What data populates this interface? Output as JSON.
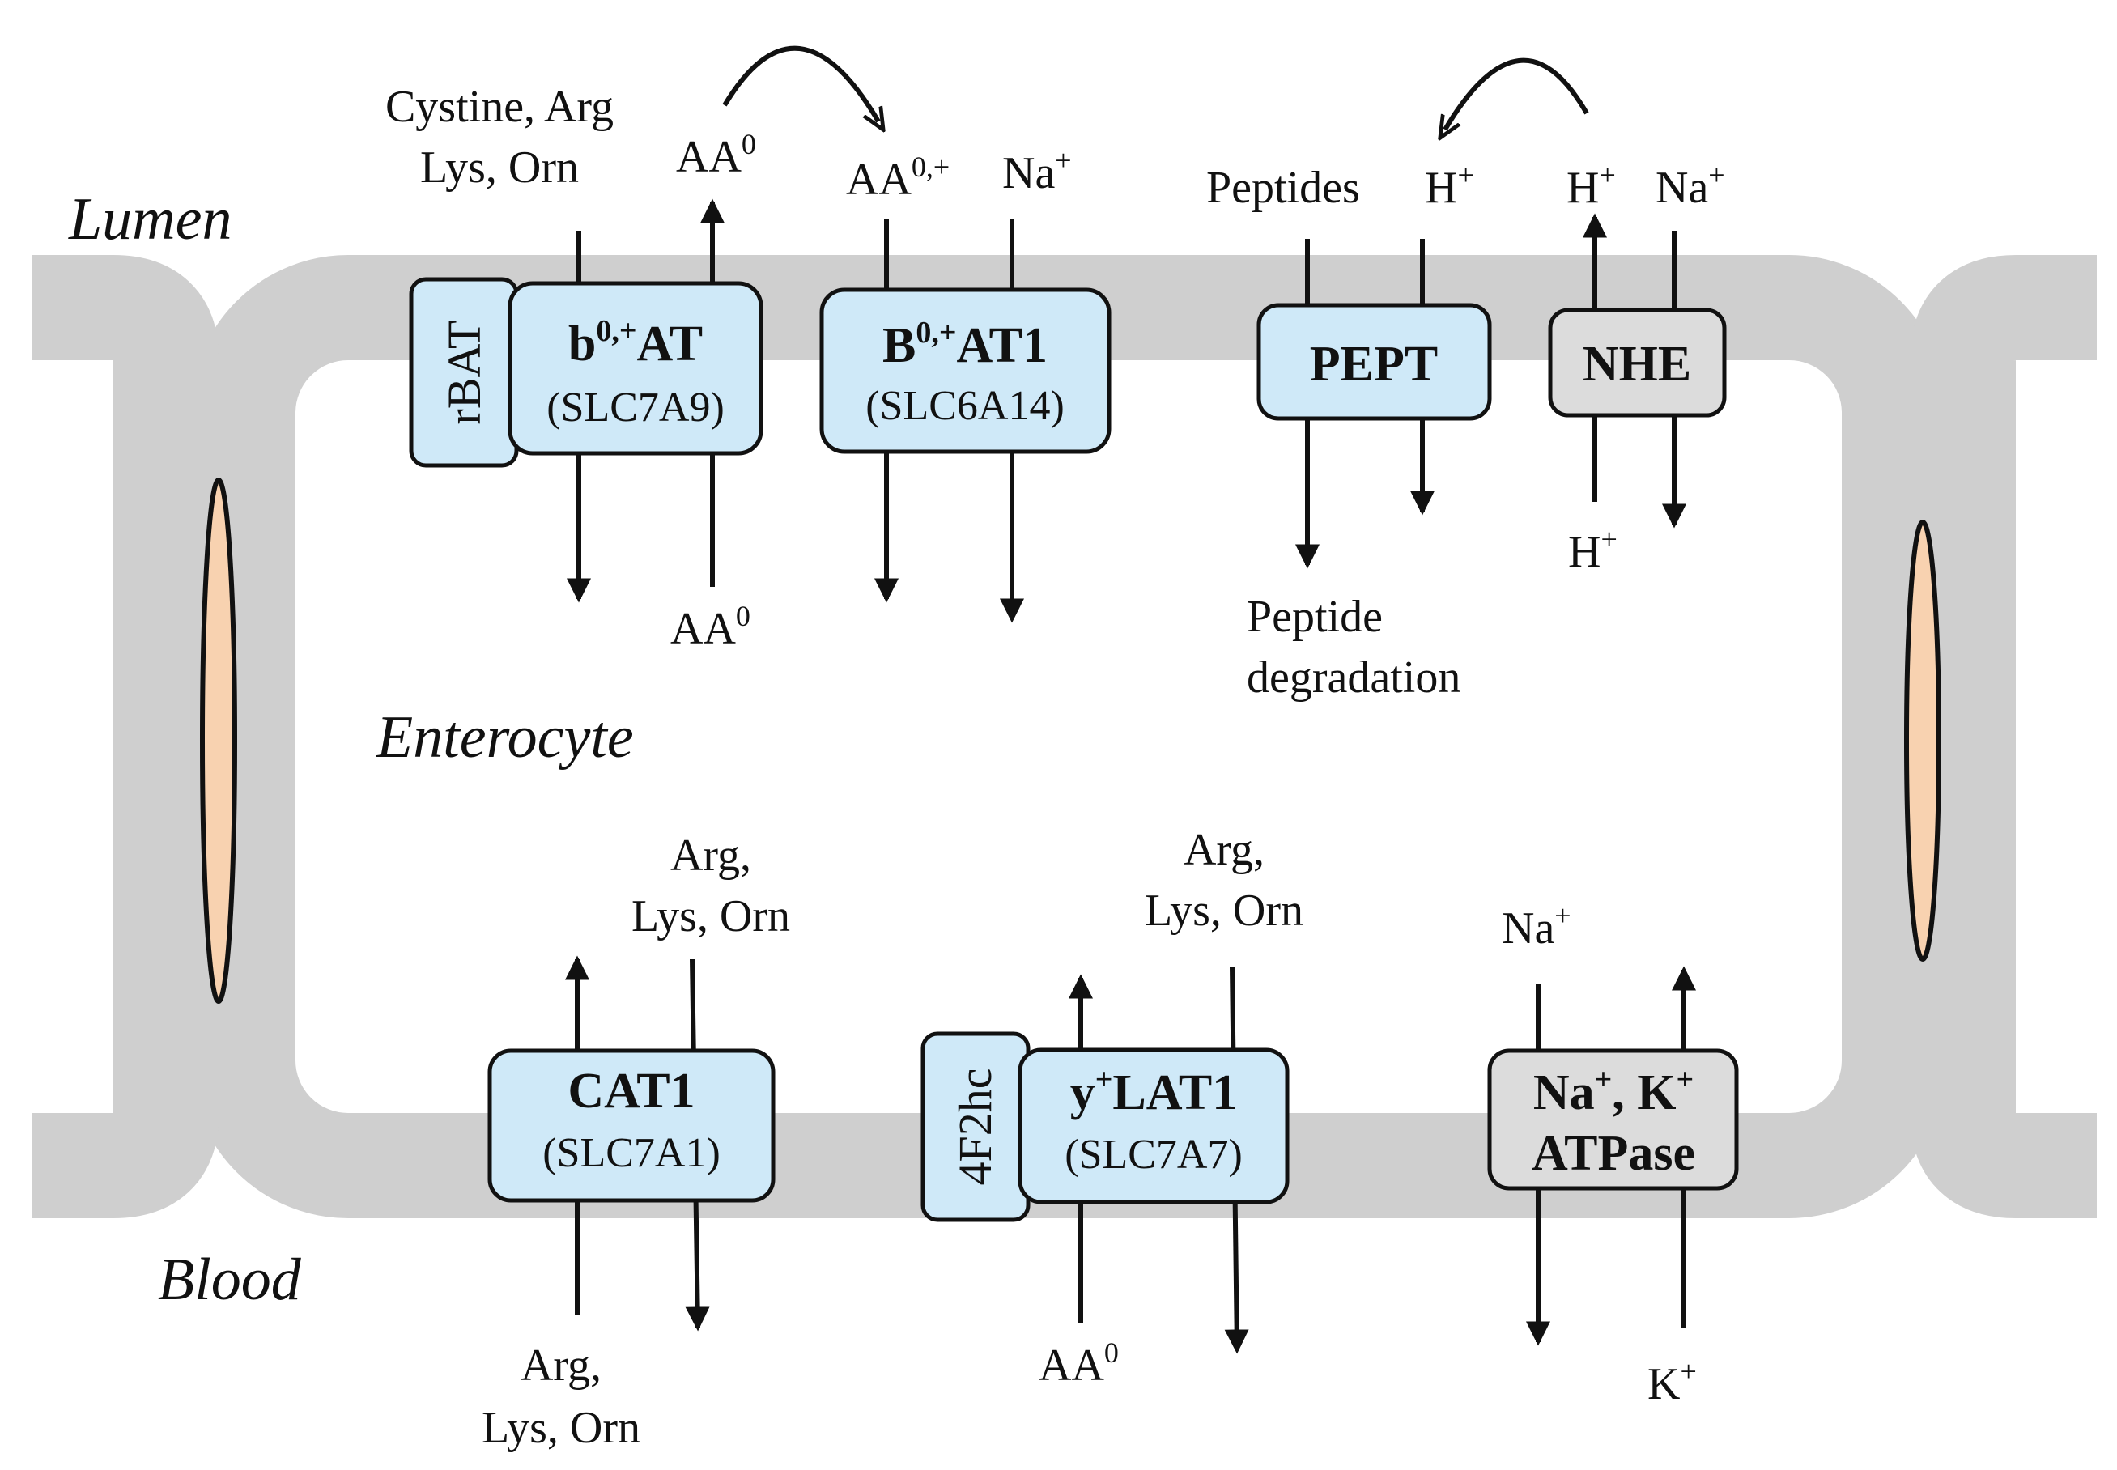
{
  "colors": {
    "membrane": "#cfcfcf",
    "transporter_fill": "#cfe9f8",
    "pump_fill": "#dcdcdc",
    "junction_fill": "#f8d2b0",
    "stroke": "#111111"
  },
  "regions": {
    "lumen": "Lumen",
    "enterocyte": "Enterocyte",
    "blood": "Blood"
  },
  "apical": {
    "b0at": {
      "side_label": "rBAT",
      "name_base": "b",
      "name_sup": "0,+",
      "name_rest": "AT",
      "gene": "(SLC7A9)",
      "substrate_in_1": "Cystine, Arg",
      "substrate_in_2": "Lys, Orn",
      "exchange_out": "AA",
      "exchange_out_sup": "0",
      "exchange_in": "AA",
      "exchange_in_sup": "0"
    },
    "b0at1": {
      "name_base": "B",
      "name_sup": "0,+",
      "name_rest": "AT1",
      "gene": "(SLC6A14)",
      "substrate": "AA",
      "substrate_sup": "0,+",
      "ion": "Na",
      "ion_sup": "+"
    },
    "pept": {
      "name": "PEPT",
      "substrate": "Peptides",
      "ion": "H",
      "ion_sup": "+",
      "product_1": "Peptide",
      "product_2": "degradation"
    },
    "nhe": {
      "name": "NHE",
      "ion_out": "H",
      "ion_out_sup": "+",
      "ion_in": "Na",
      "ion_in_sup": "+",
      "ion_cyto": "H",
      "ion_cyto_sup": "+"
    }
  },
  "basolateral": {
    "cat1": {
      "name": "CAT1",
      "gene": "(SLC7A1)",
      "top_1": "Arg,",
      "top_2": "Lys, Orn",
      "bottom_1": "Arg,",
      "bottom_2": "Lys, Orn"
    },
    "ylat1": {
      "side_label": "4F2hc",
      "name_base": "y",
      "name_sup": "+",
      "name_rest": "LAT1",
      "gene": "(SLC7A7)",
      "top_1": "Arg,",
      "top_2": "Lys, Orn",
      "bottom": "AA",
      "bottom_sup": "0"
    },
    "atpase": {
      "name_1a": "Na",
      "name_1a_sup": "+",
      "name_1b": ", K",
      "name_1b_sup": "+",
      "name_2": "ATPase",
      "ion_top": "Na",
      "ion_top_sup": "+",
      "ion_bottom": "K",
      "ion_bottom_sup": "+"
    }
  }
}
